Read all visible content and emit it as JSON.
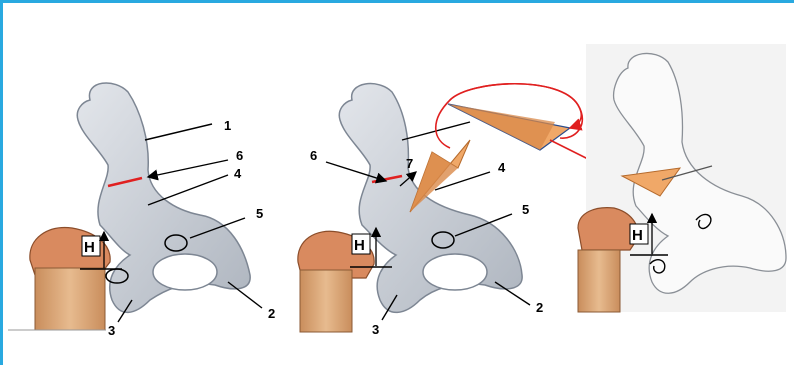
{
  "panels": [
    {
      "labels": {
        "l1": "1",
        "l2": "2",
        "l3": "3",
        "l4": "4",
        "l5": "5",
        "l6": "6",
        "h": "H"
      }
    },
    {
      "labels": {
        "l2": "2",
        "l3": "3",
        "l4": "4",
        "l5": "5",
        "l6": "6",
        "l7": "7",
        "h": "H"
      }
    },
    {
      "labels": {
        "h": "H"
      }
    }
  ],
  "colors": {
    "frame": "#29a9e0",
    "bone": "#c9ced6",
    "bone_shade": "#9aa2ad",
    "femur_head": "#d98a5f",
    "femur_shaft": "#d9a77a",
    "osteotomy_line": "#e02020",
    "wedge": "#f0a868",
    "rotation_arrow": "#e02020"
  },
  "icons": [
    "ilium-bone",
    "femoral-head",
    "osteotomy-wedge",
    "rotation-arrow"
  ]
}
